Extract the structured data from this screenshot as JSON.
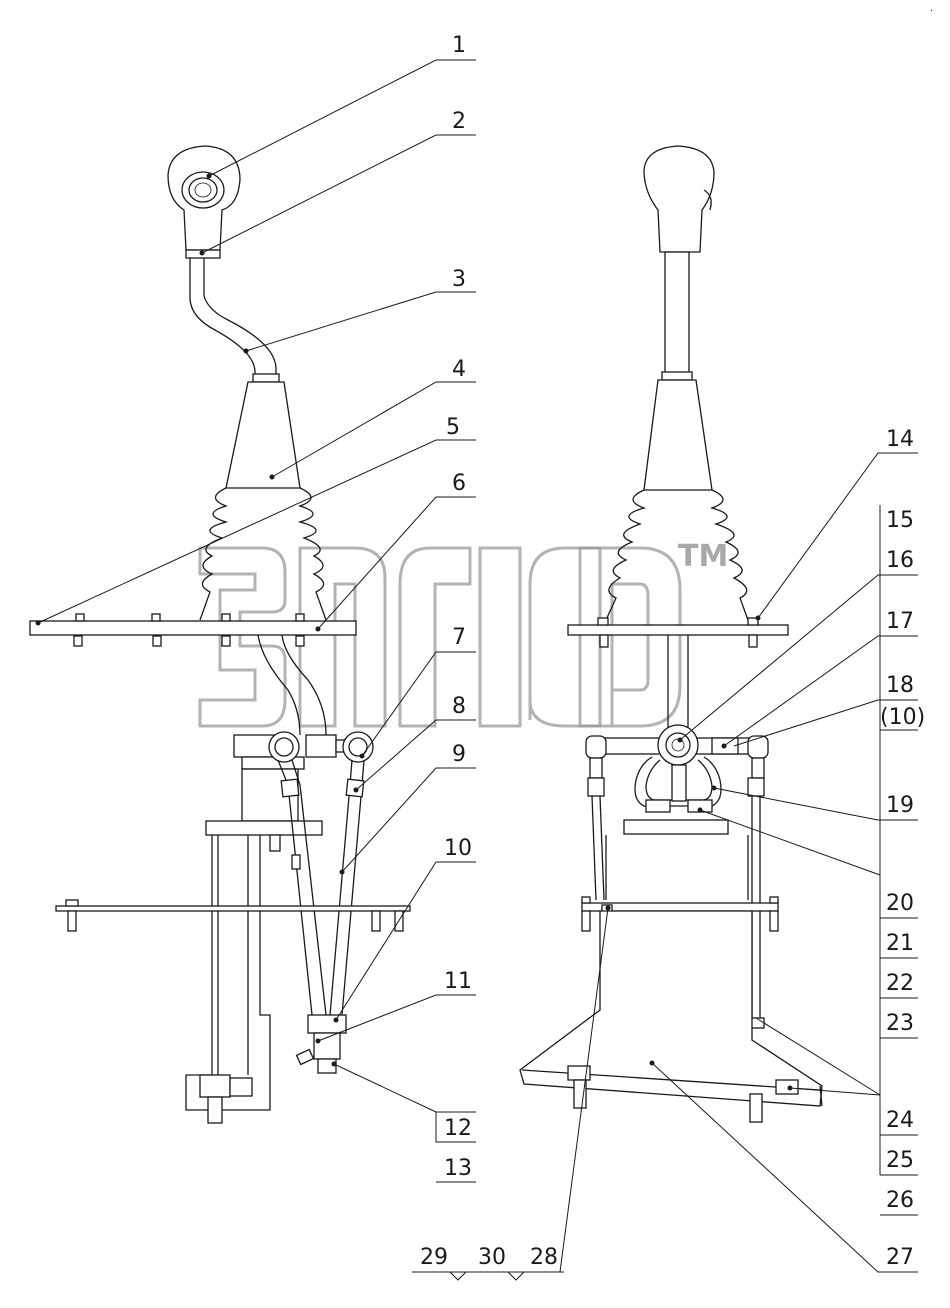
{
  "watermark": {
    "trademark": "TM"
  },
  "callouts_left": [
    "1",
    "2",
    "3",
    "4",
    "5",
    "6",
    "7",
    "8",
    "9",
    "10",
    "11",
    "12",
    "13"
  ],
  "callouts_right": [
    "14",
    "15",
    "16",
    "17",
    "18",
    "(10)",
    "19",
    "20",
    "21",
    "22",
    "23",
    "24",
    "25",
    "26",
    "27",
    "28",
    "29",
    "30"
  ],
  "corner_mark": "·"
}
